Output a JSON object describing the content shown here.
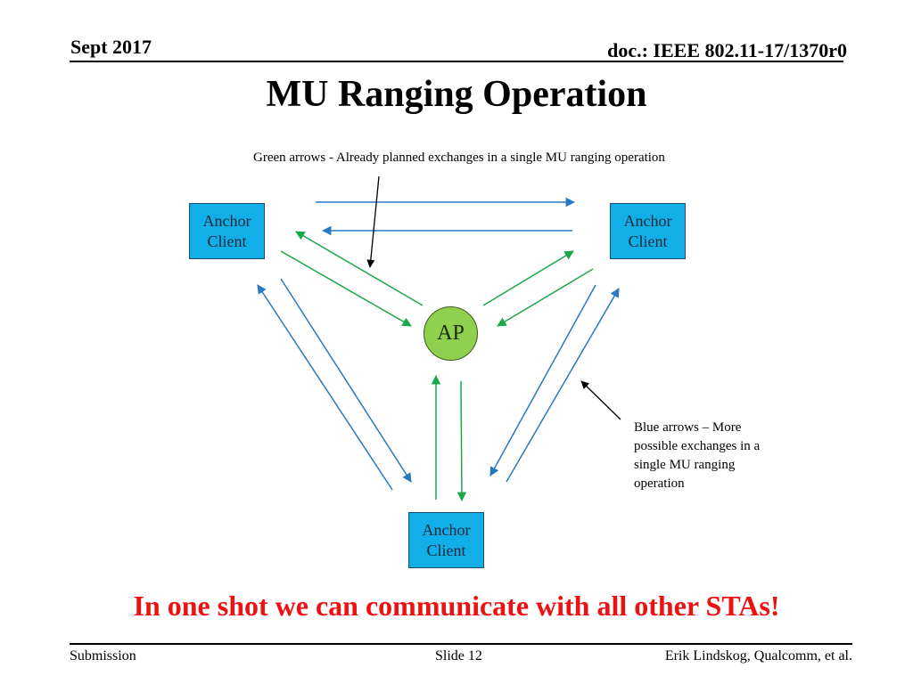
{
  "header": {
    "date": "Sept 2017",
    "doc": "doc.: IEEE 802.11-17/1370r0"
  },
  "title": "MU Ranging Operation",
  "annotations": {
    "green_note": "Green arrows - Already planned exchanges in a single MU ranging operation",
    "blue_note": "Blue arrows – More possible exchanges in a single MU ranging operation"
  },
  "nodes": {
    "left": {
      "line1": "Anchor",
      "line2": "Client"
    },
    "right": {
      "line1": "Anchor",
      "line2": "Client"
    },
    "bottom": {
      "line1": "Anchor",
      "line2": "Client"
    },
    "ap": "AP"
  },
  "message": "In one shot we can communicate with all other STAs!",
  "footer": {
    "left": "Submission",
    "center": "Slide 12",
    "right": "Erik Lindskog, Qualcomm, et al."
  },
  "colors": {
    "green_arrow": "#1aa84b",
    "blue_arrow": "#2a78c0",
    "box_fill": "#11aee8",
    "ap_fill": "#8fd04e",
    "message": "#ee1111"
  }
}
